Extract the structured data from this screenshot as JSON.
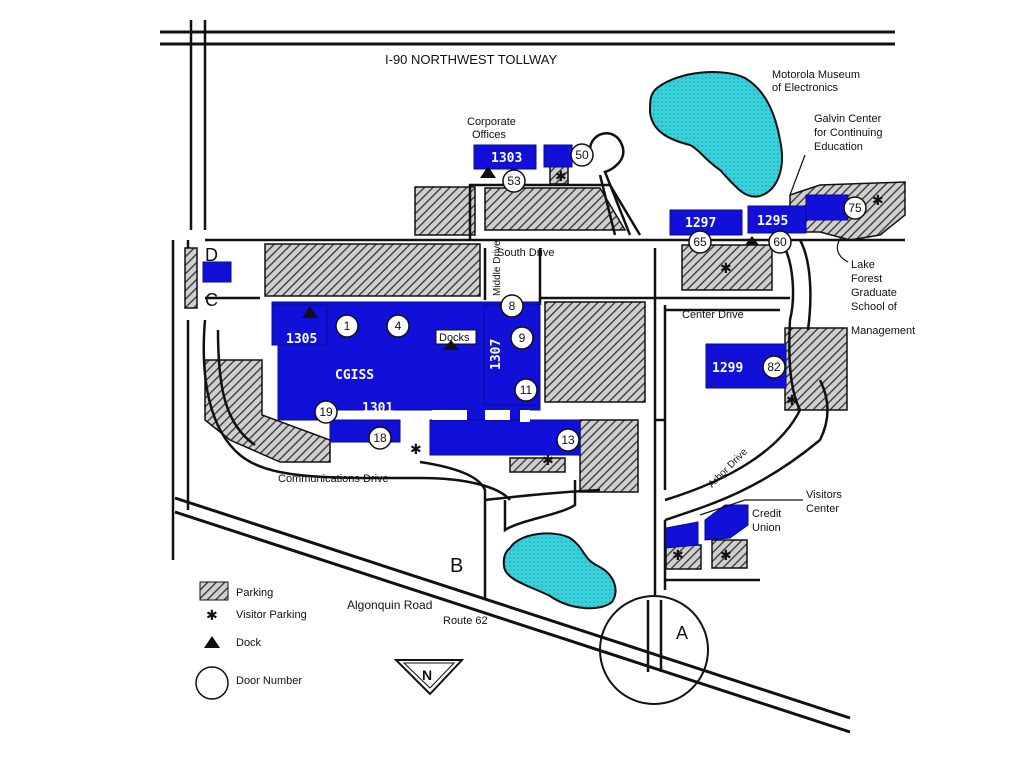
{
  "map": {
    "highway": "I-90 NORTHWEST TOLLWAY",
    "roads": {
      "south_drive": "South Drive",
      "middle_drive": "Middle Drive",
      "center_drive": "Center Drive",
      "arbor_drive": "Arbor Drive",
      "communications_drive": "Communications Drive",
      "algonquin_road": "Algonquin Road",
      "route": "Route 62"
    },
    "places": {
      "corporate_offices": "Corporate Offices",
      "motorola_museum": "Motorola Museum of Electronics",
      "galvin_center": "Galvin Center for Continuing Education",
      "lake_forest": "Lake Forest Graduate School of Management",
      "visitors_center": "Visitors Center",
      "credit_union": "Credit Union"
    },
    "buildings": {
      "b1303": "1303",
      "b1297": "1297",
      "b1295": "1295",
      "b1305": "1305",
      "b1307": "1307",
      "b1299": "1299",
      "b1301": "1301",
      "cgiss": "CGISS",
      "docks": "Docks"
    },
    "doors": [
      "50",
      "53",
      "65",
      "60",
      "75",
      "1",
      "4",
      "8",
      "9",
      "11",
      "13",
      "18",
      "19",
      "82"
    ],
    "entrances": {
      "a": "A",
      "b": "B",
      "c": "C",
      "d": "D"
    },
    "legend": {
      "parking": "Parking",
      "visitor_parking": "Visitor Parking",
      "dock": "Dock",
      "door_number": "Door Number"
    },
    "north": "N",
    "colors": {
      "building": "#1010d8",
      "water": "#38d2dc",
      "parking_hatch": "#444444",
      "road": "#111111"
    }
  }
}
